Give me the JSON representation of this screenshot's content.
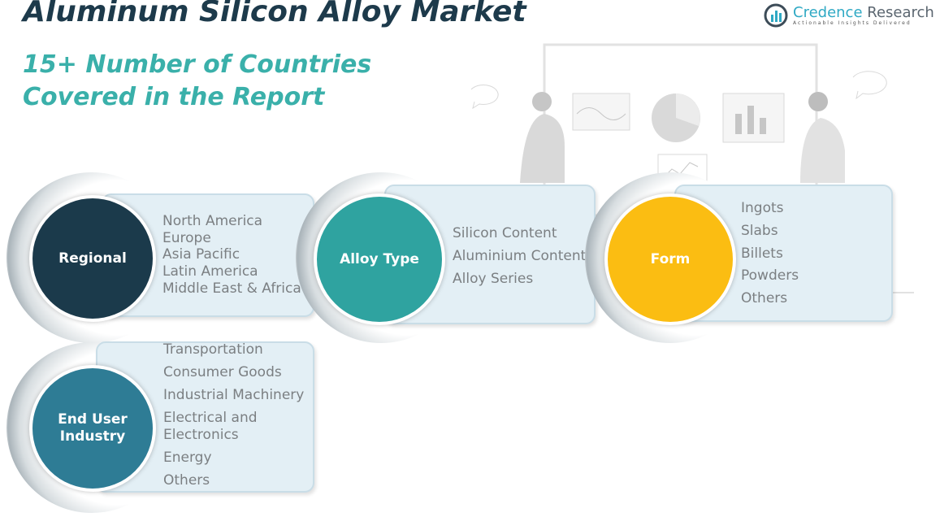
{
  "header": {
    "title": "Aluminum Silicon Alloy Market",
    "subtitle_line1": "15+ Number of Countries",
    "subtitle_line2": "Covered in the Report"
  },
  "logo": {
    "name_part1": "Credence",
    "name_part2": "Research",
    "tagline": "Actionable Insights Delivered"
  },
  "colors": {
    "regional": "#1b3a4b",
    "alloy": "#2fa3a0",
    "form": "#fbbd12",
    "enduser": "#2e7c95"
  },
  "segments": {
    "regional": {
      "label": "Regional",
      "items": [
        "North America",
        "Europe",
        "Asia Pacific",
        "Latin America",
        "Middle East & Africa"
      ]
    },
    "alloy": {
      "label": "Alloy Type",
      "items": [
        "Silicon Content",
        "Aluminium Content",
        "Alloy Series"
      ]
    },
    "form": {
      "label": "Form",
      "items": [
        "Ingots",
        "Slabs",
        "Billets",
        "Powders",
        "Others"
      ]
    },
    "enduser": {
      "label_line1": "End User",
      "label_line2": "Industry",
      "items": [
        "Transportation",
        "Consumer Goods",
        "Industrial Machinery",
        "Electrical and",
        "Electronics",
        "Energy",
        "Others"
      ]
    }
  }
}
